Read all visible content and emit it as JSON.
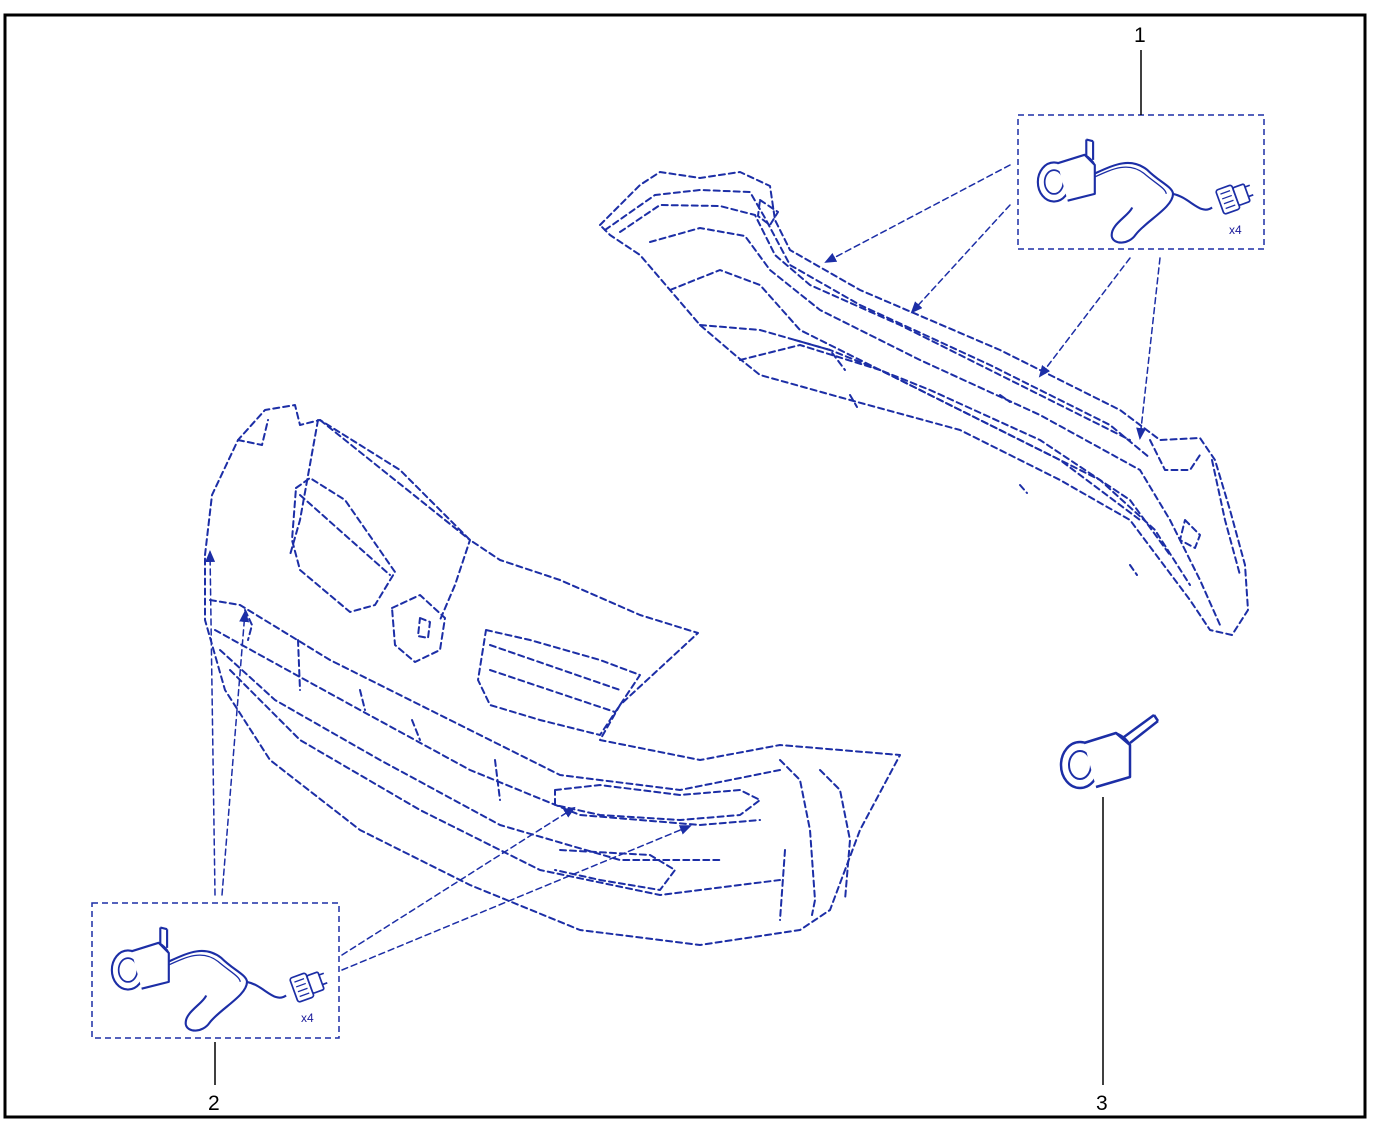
{
  "callouts": {
    "part_1": "1",
    "part_2": "2",
    "part_3": "3"
  },
  "quantities": {
    "kit_1": "x4",
    "kit_2": "x4"
  },
  "colors": {
    "line": "#1c2ea6",
    "border": "#000000",
    "background": "#ffffff"
  },
  "icons": {
    "sensor_kit": "parking-sensor-with-harness-icon",
    "sensor": "parking-sensor-icon",
    "front_bumper": "front-bumper-outline",
    "rear_bumper": "rear-bumper-outline"
  }
}
